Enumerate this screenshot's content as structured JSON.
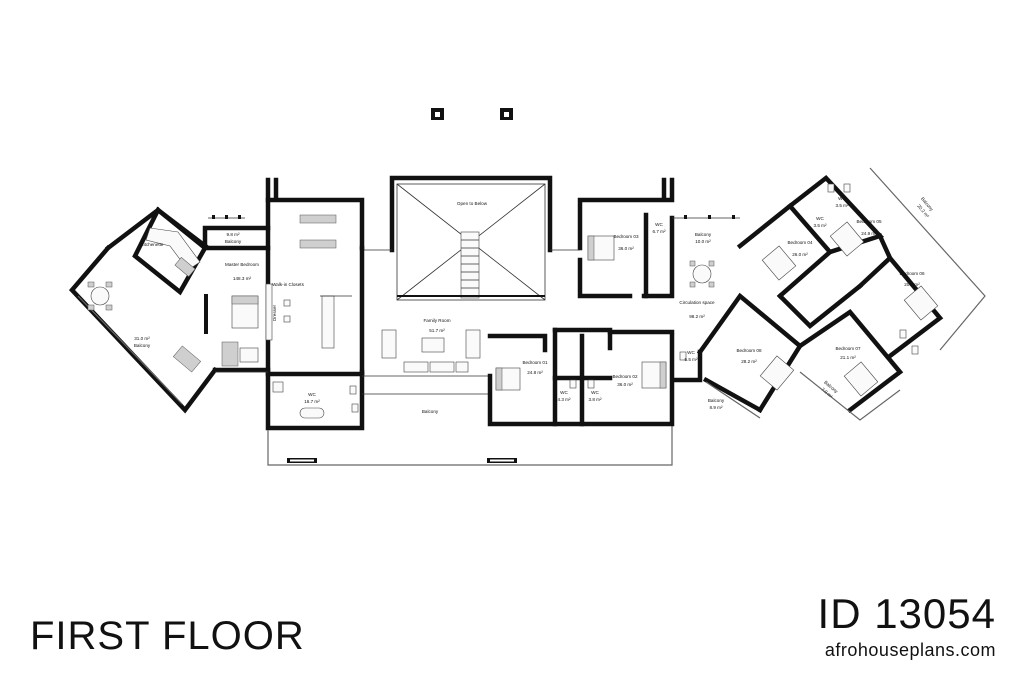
{
  "title": "FIRST FLOOR",
  "plan_id": "ID 13054",
  "website": "afrohouseplans.com",
  "rooms": {
    "kitchenette": "Kitchenette",
    "balcony_small": "Balcony",
    "balcony_small_area": "9.8 m²",
    "balcony_left": "Balcony",
    "balcony_left_area": "31.0 m²",
    "master_bedroom": "Master Bedroom",
    "master_bedroom_area": "148.3 m²",
    "walk_in": "Walk-in Closets",
    "dresser": "Dresser",
    "wc_master": "WC",
    "wc_master_area": "16.7 m²",
    "open_to_below": "Open to Below",
    "family_room": "Family Room",
    "family_room_area": "51.7 m²",
    "balcony_front": "Balcony",
    "bedroom_01": "Bedroom 01",
    "bedroom_01_area": "24.8 m²",
    "wc_b1": "WC",
    "wc_b1_area": "4.3 m²",
    "wc_b2": "WC",
    "wc_b2_area": "3.8 m²",
    "bedroom_02": "Bedroom 02",
    "bedroom_02_area": "36.0 m²",
    "bedroom_03": "Bedroom 03",
    "bedroom_03_area": "36.0 m²",
    "wc_b3": "WC",
    "wc_b3_area": "6.7 m²",
    "balcony_mid": "Balcony",
    "balcony_mid_area": "10.0 m²",
    "circulation": "Circulation space",
    "circulation_area": "98.2 m²",
    "bedroom_04": "Bedroom 04",
    "bedroom_04_area": "26.0 m²",
    "bedroom_05": "Bedroom 05",
    "bedroom_05_area": "24.9 m²",
    "bedroom_06": "Bedroom 06",
    "bedroom_06_area": "20.9 m²",
    "bedroom_07": "Bedroom 07",
    "bedroom_07_area": "21.1 m²",
    "bedroom_08": "Bedroom 08",
    "bedroom_08_area": "28.2 m²",
    "wc_b8": "WC",
    "wc_b8_area": "5.5 m²",
    "wc_right": "WC",
    "wc_right_area": "3.5 m²",
    "wc_top": "WC",
    "wc_top_area": "3.5 m²",
    "balcony_bottom": "Balcony",
    "balcony_bottom_area": "8.9 m²",
    "balcony_right": "Balcony",
    "balcony_right_area": "20.2 m²",
    "balcony_right2": "Balcony",
    "balcony_right2_area": "7.0 m²"
  }
}
